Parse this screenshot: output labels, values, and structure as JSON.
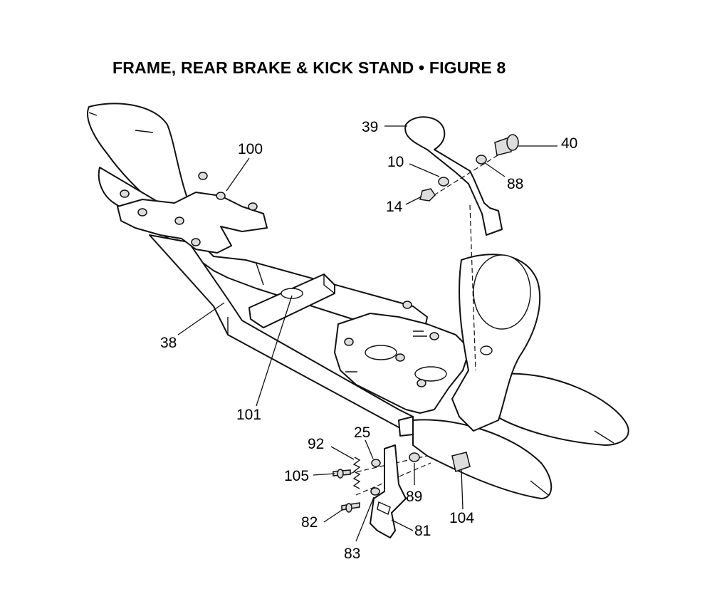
{
  "title": "FRAME, REAR BRAKE & KICK STAND  •  FIGURE 8",
  "callouts": [
    {
      "id": "c39",
      "text": "39"
    },
    {
      "id": "c40",
      "text": "40"
    },
    {
      "id": "c10",
      "text": "10"
    },
    {
      "id": "c88",
      "text": "88"
    },
    {
      "id": "c14",
      "text": "14"
    },
    {
      "id": "c100",
      "text": "100"
    },
    {
      "id": "c38",
      "text": "38"
    },
    {
      "id": "c101",
      "text": "101"
    },
    {
      "id": "c92",
      "text": "92"
    },
    {
      "id": "c25",
      "text": "25"
    },
    {
      "id": "c105",
      "text": "105"
    },
    {
      "id": "c89",
      "text": "89"
    },
    {
      "id": "c104",
      "text": "104"
    },
    {
      "id": "c82",
      "text": "82"
    },
    {
      "id": "c81",
      "text": "81"
    },
    {
      "id": "c83",
      "text": "83"
    }
  ]
}
